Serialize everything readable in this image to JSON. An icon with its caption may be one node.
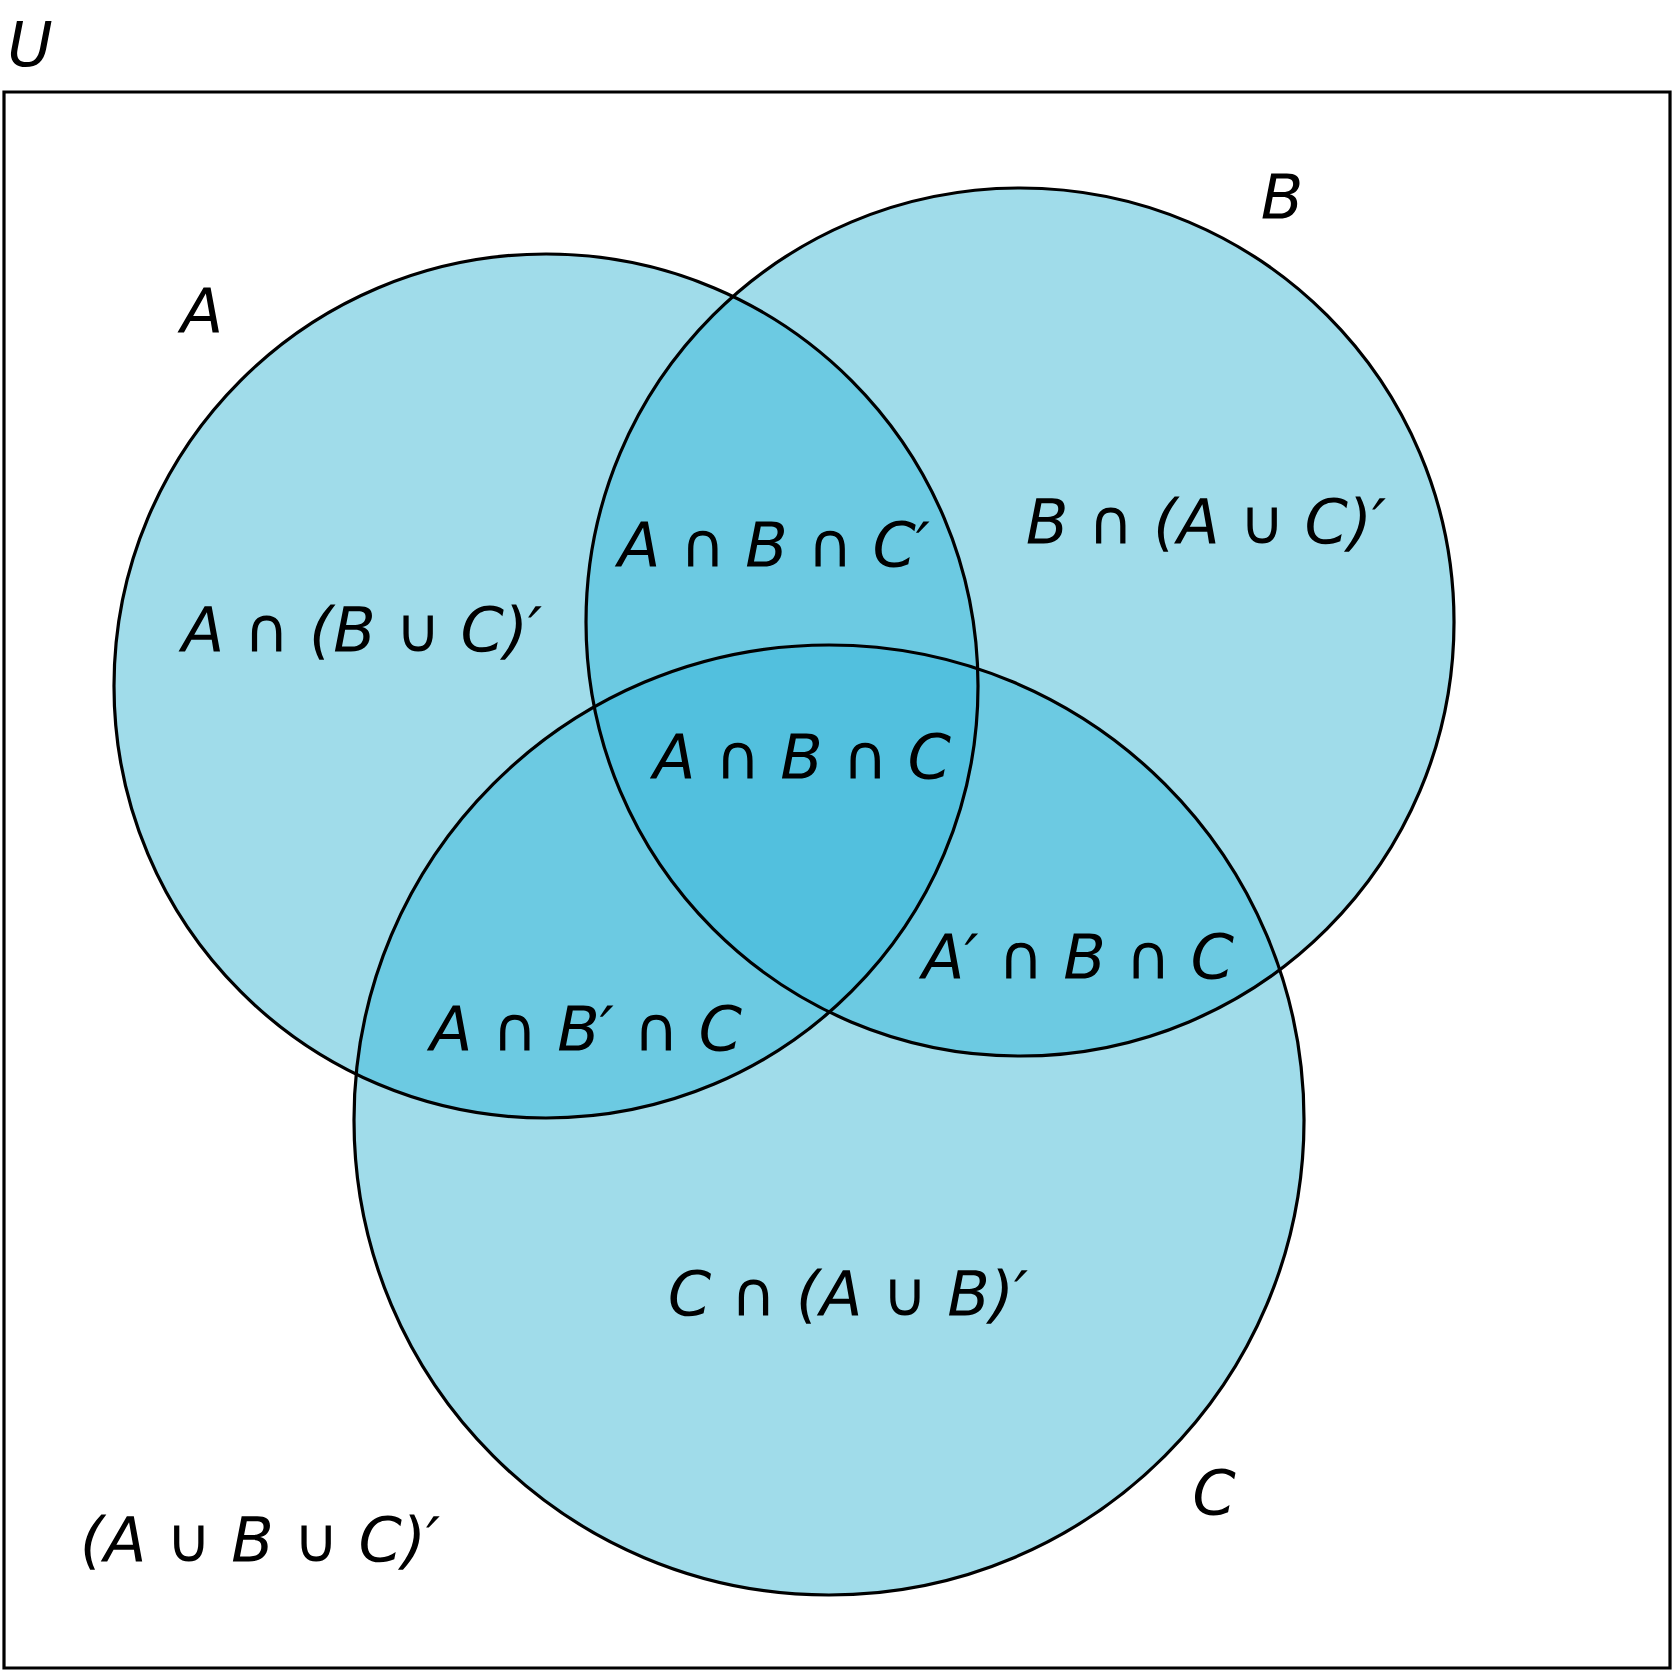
{
  "diagram": {
    "nodes": [
      {
        "text": [
          "U"
        ]
      },
      {
        "text": [
          "A"
        ],
        "in": 0
      },
      {
        "text": [
          "B"
        ],
        "in": 0
      },
      {
        "text": [
          "C"
        ],
        "in": 0
      }
    ],
    "labels": [
      "B ∩ (A ∪ C)′",
      "A ∩ B ∩ C′",
      "A ∩ (B ∪ C)′",
      "A ∩ B ∩ C",
      "A′ ∩ B ∩ C",
      "A ∩ B′ ∩ C",
      "C ∩ (A ∪ B)′",
      "(A ∪ B ∪ C)′"
    ]
  }
}
